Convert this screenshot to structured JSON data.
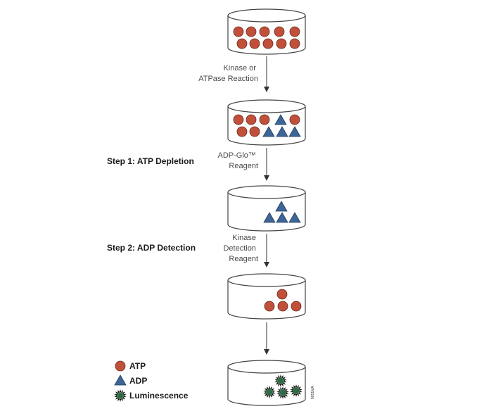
{
  "colors": {
    "atp": "#c1503a",
    "adp": "#3d6596",
    "luminescence": "#2e6a43",
    "dish_stroke": "#444444",
    "arrow": "#333333"
  },
  "arrows": [
    {
      "lines": [
        "Kinase or",
        "ATPase Reaction"
      ]
    },
    {
      "lines": [
        "ADP-Glo™",
        "Reagent"
      ]
    },
    {
      "lines": [
        "Kinase",
        "Detection",
        "Reagent"
      ]
    },
    {
      "lines": []
    }
  ],
  "steps": [
    {
      "label": "Step 1: ATP Depletion"
    },
    {
      "label": "Step 2: ADP Detection"
    }
  ],
  "dishes": [
    {
      "atp": 10,
      "adp": 0,
      "luminescence": 0
    },
    {
      "atp": 6,
      "adp": 4,
      "luminescence": 0
    },
    {
      "atp": 0,
      "adp": 4,
      "luminescence": 0
    },
    {
      "atp": 4,
      "adp": 0,
      "luminescence": 0
    },
    {
      "atp": 0,
      "adp": 0,
      "luminescence": 4
    }
  ],
  "legend": [
    {
      "icon": "atp-circle-icon",
      "label": "ATP"
    },
    {
      "icon": "adp-triangle-icon",
      "label": "ADP"
    },
    {
      "icon": "luminescence-burst-icon",
      "label": "Luminescence"
    }
  ],
  "figure_code": "8051MA"
}
